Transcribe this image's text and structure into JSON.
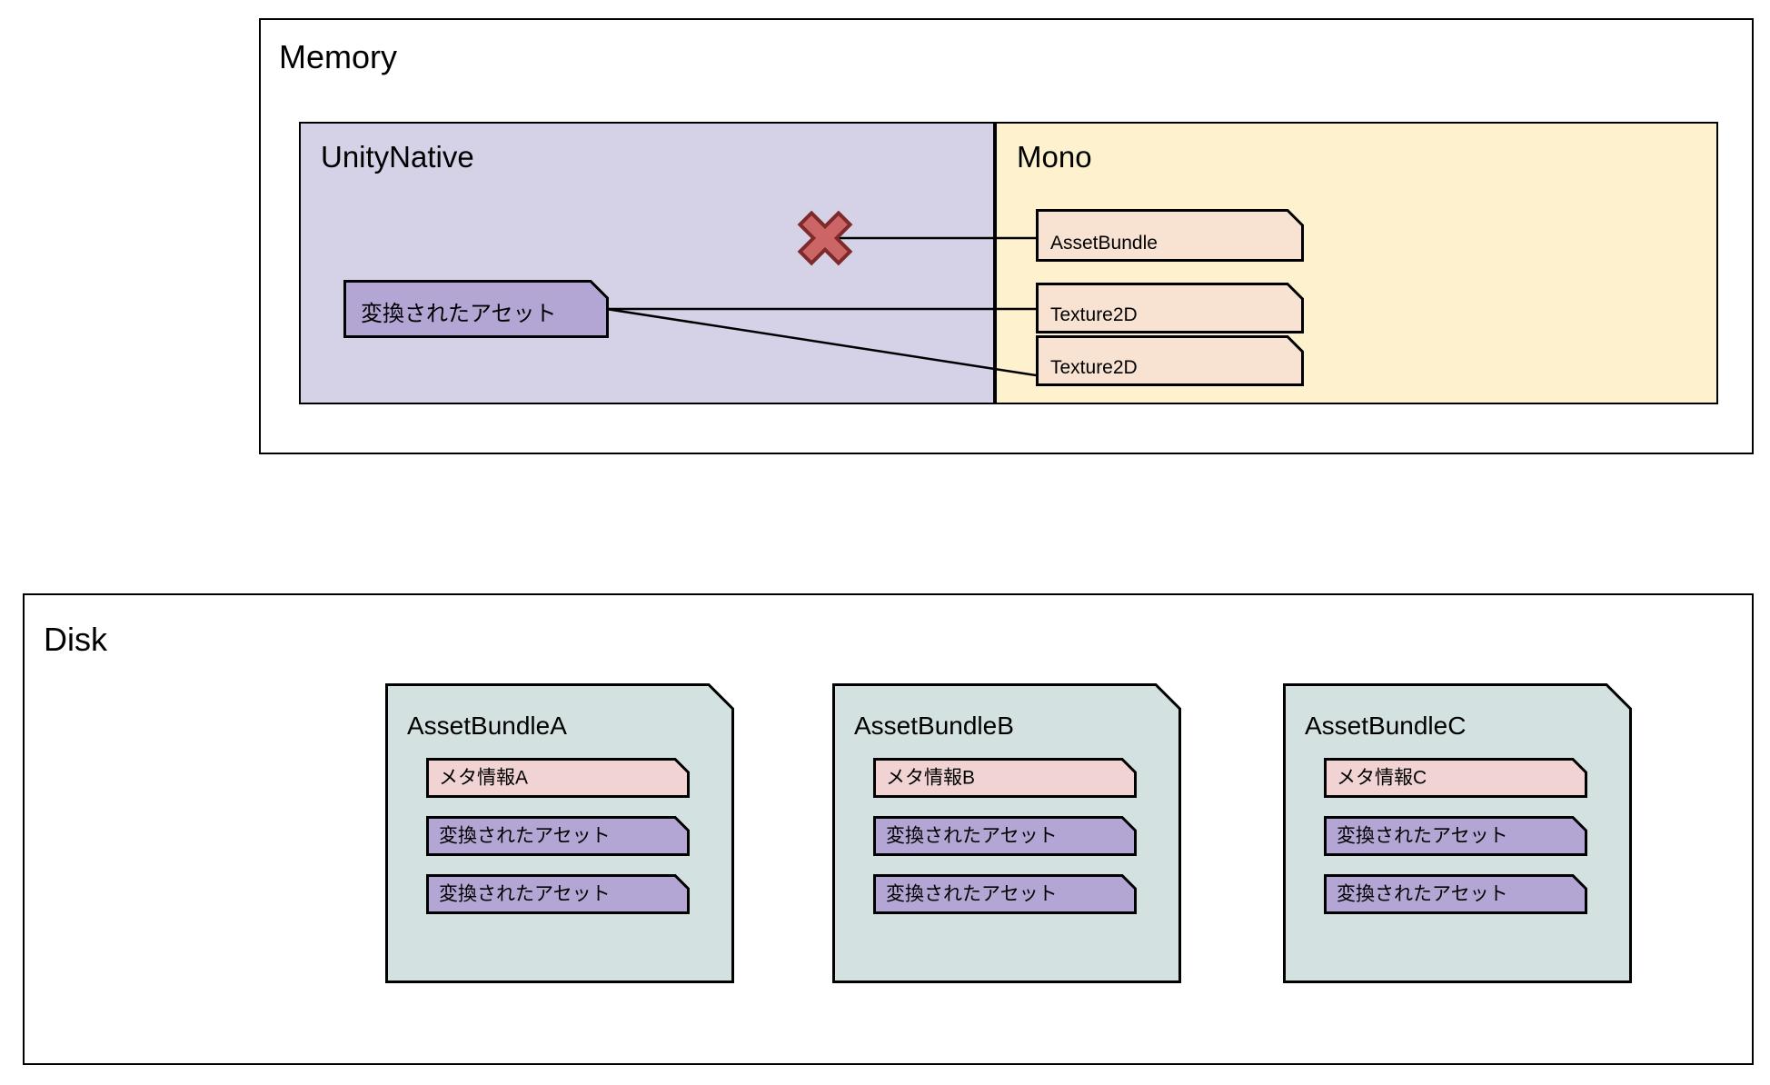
{
  "diagram": {
    "title": "Unity AssetBundle memory and disk layout",
    "colors": {
      "unitynative_fill": "#d5d2e8",
      "mono_fill": "#fdf2cd",
      "mono_item_fill": "#f8e3d2",
      "native_asset_fill": "#b3a6d4",
      "bundle_card_fill": "#d3e2e0",
      "meta_fill": "#f2d3d3",
      "asset_fill": "#b3a6d4",
      "stroke": "#000000",
      "x_marker_fill": "#cc6666",
      "x_marker_stroke": "#7f2a2a",
      "page_background": "#ffffff"
    }
  },
  "memory": {
    "title": "Memory",
    "unitynative": {
      "title": "UnityNative",
      "items": [
        {
          "label": "変換されたアセット"
        }
      ],
      "broken_link_marker": "x-marker"
    },
    "mono": {
      "title": "Mono",
      "items": [
        {
          "label": "AssetBundle"
        },
        {
          "label": "Texture2D"
        },
        {
          "label": "Texture2D"
        }
      ]
    }
  },
  "disk": {
    "title": "Disk",
    "bundles": [
      {
        "title": "AssetBundleA",
        "rows": [
          {
            "label": "メタ情報A",
            "kind": "meta"
          },
          {
            "label": "変換されたアセット",
            "kind": "asset"
          },
          {
            "label": "変換されたアセット",
            "kind": "asset"
          }
        ]
      },
      {
        "title": "AssetBundleB",
        "rows": [
          {
            "label": "メタ情報B",
            "kind": "meta"
          },
          {
            "label": "変換されたアセット",
            "kind": "asset"
          },
          {
            "label": "変換されたアセット",
            "kind": "asset"
          }
        ]
      },
      {
        "title": "AssetBundleC",
        "rows": [
          {
            "label": "メタ情報C",
            "kind": "meta"
          },
          {
            "label": "変換されたアセット",
            "kind": "asset"
          },
          {
            "label": "変換されたアセット",
            "kind": "asset"
          }
        ]
      }
    ]
  },
  "connections": [
    {
      "from": "mono.AssetBundle",
      "to": "x-marker",
      "style": "solid",
      "meaning": "severed-reference"
    },
    {
      "from": "unitynative.変換されたアセット",
      "to": "mono.Texture2D.1",
      "style": "solid"
    },
    {
      "from": "unitynative.変換されたアセット",
      "to": "mono.Texture2D.2",
      "style": "solid"
    }
  ]
}
